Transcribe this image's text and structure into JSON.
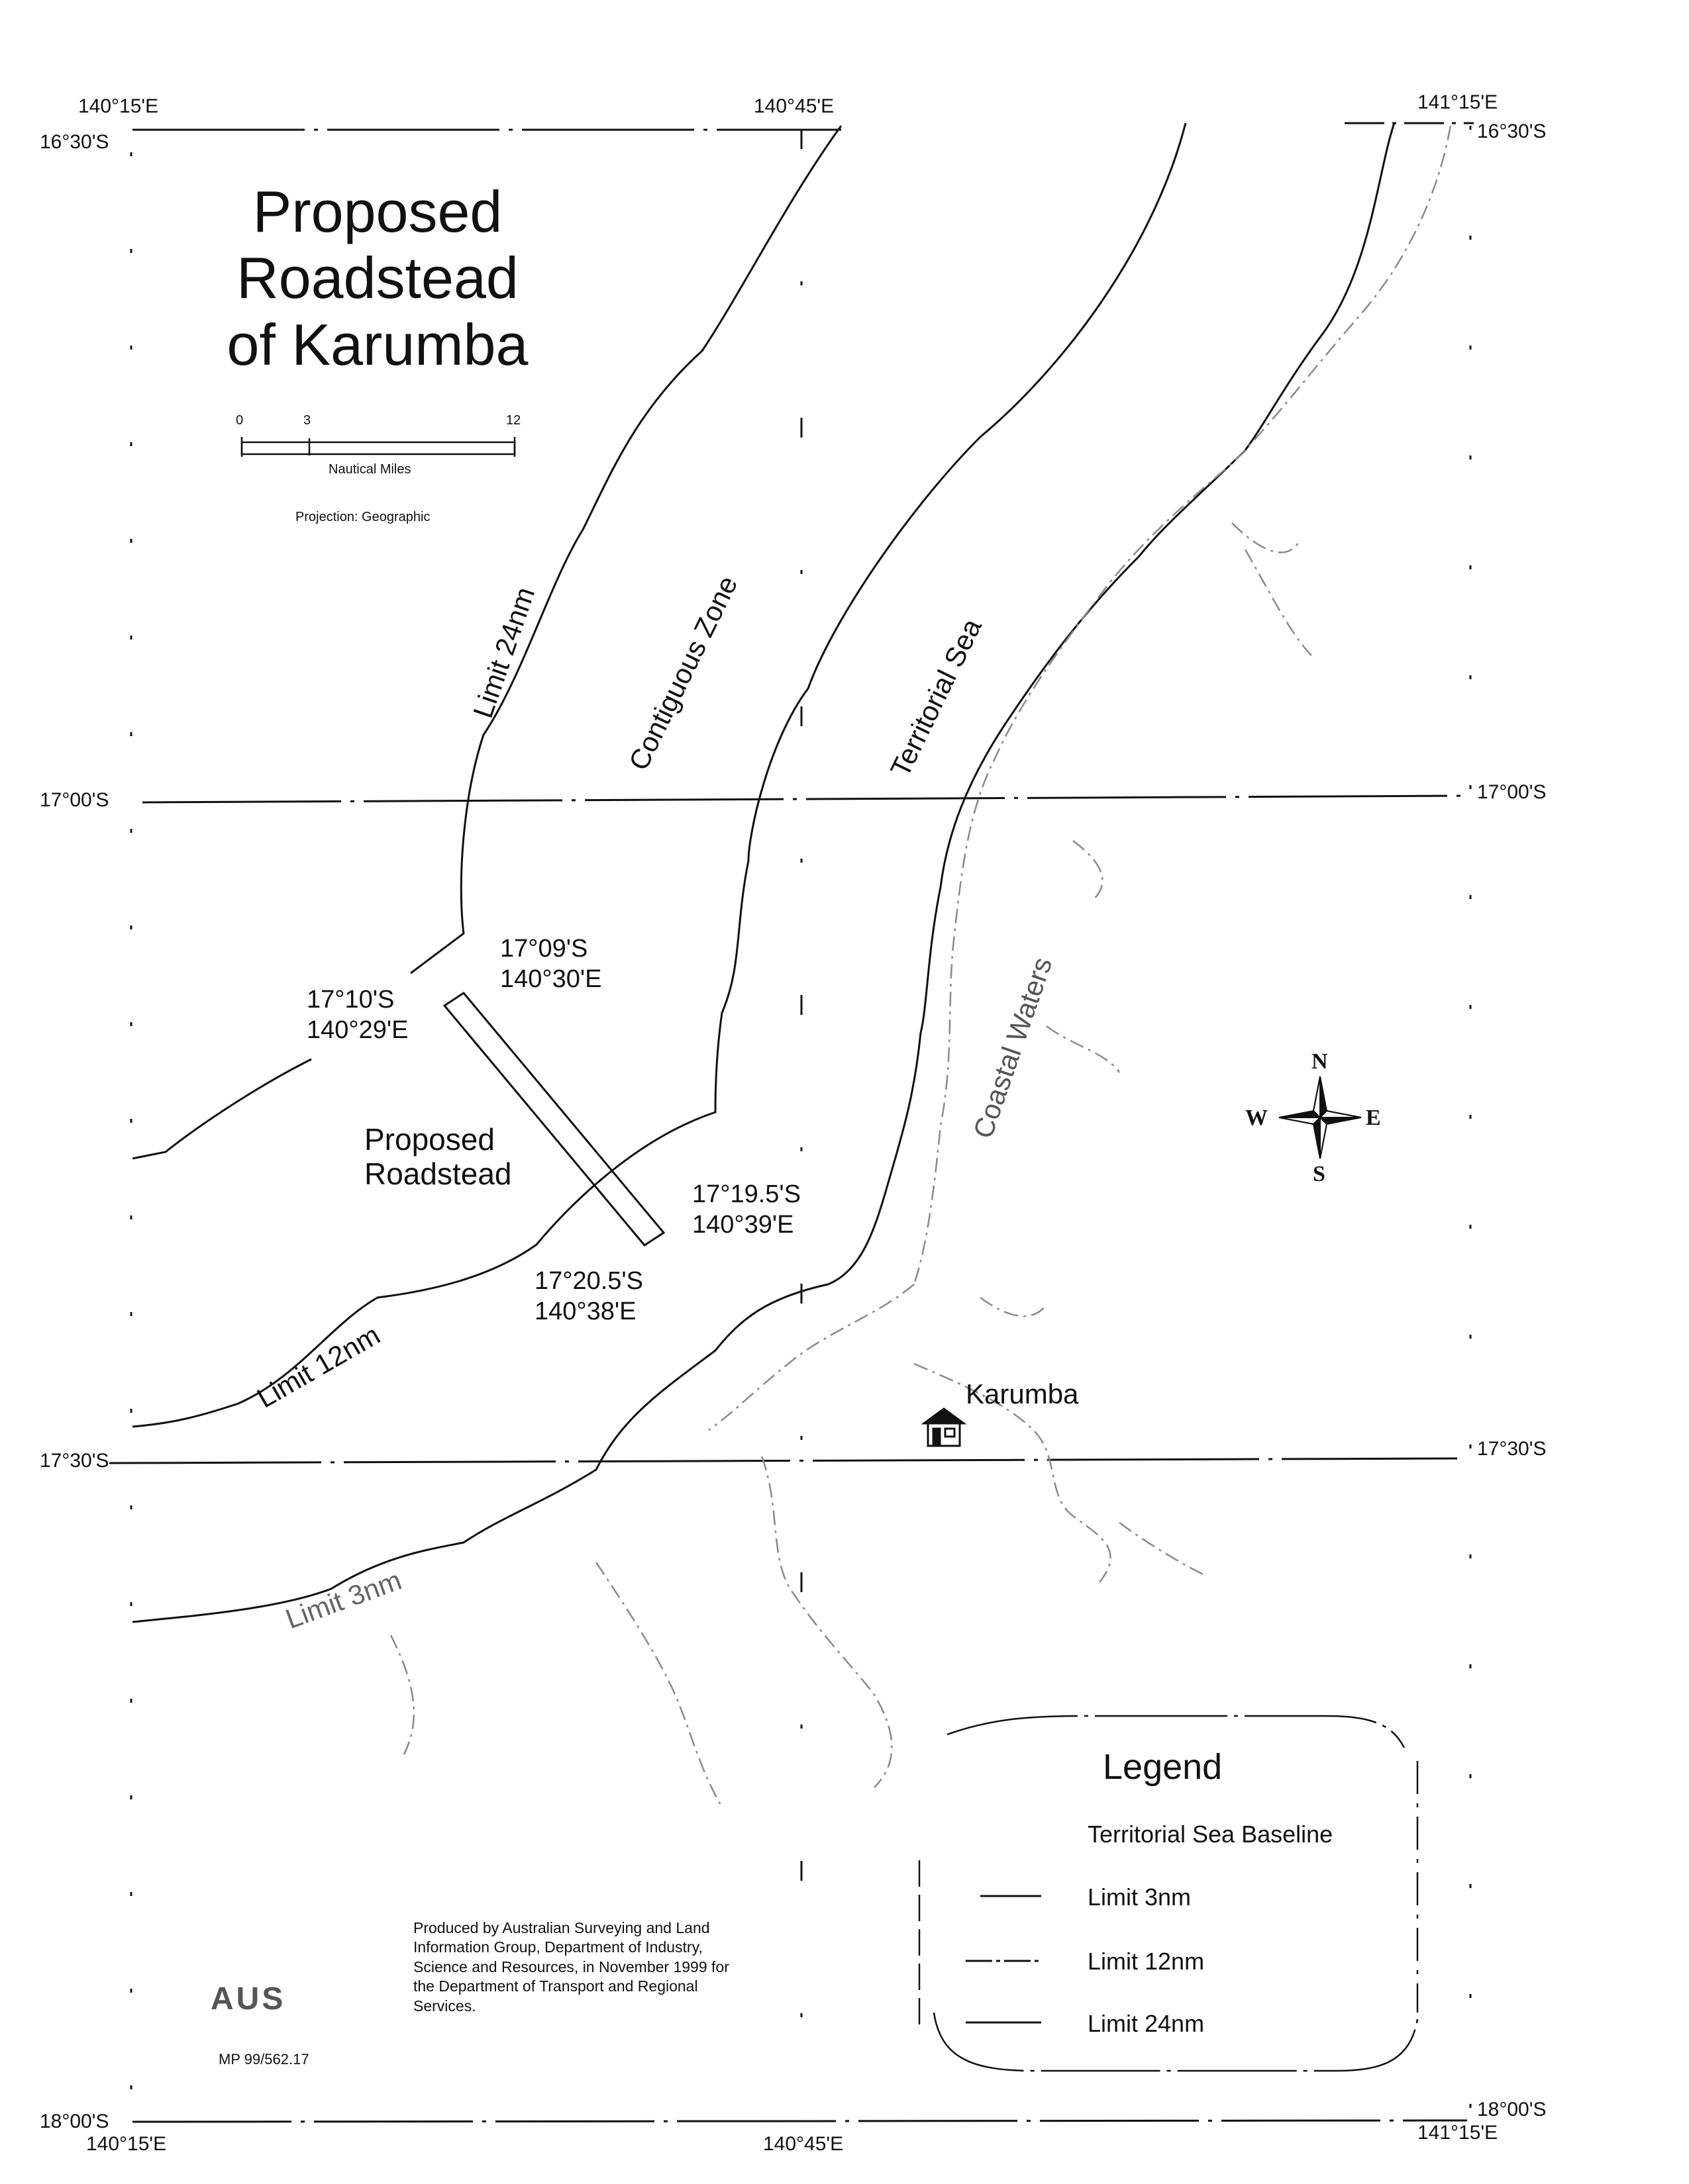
{
  "map": {
    "title_lines": [
      "Proposed",
      "Roadstead",
      "of Karumba"
    ],
    "scale": {
      "ticks": [
        "0",
        "3",
        "12"
      ],
      "unit": "Nautical Miles",
      "projection": "Projection: Geographic"
    },
    "longitudes": {
      "west": "140°15'E",
      "mid": "140°45'E",
      "east": "141°15'E"
    },
    "latitudes": {
      "lat_1630": "16°30'S",
      "lat_1700": "17°00'S",
      "lat_1730": "17°30'S",
      "lat_1800": "18°00'S"
    },
    "zone_labels": {
      "limit_24nm": "Limit 24nm",
      "contiguous_zone": "Contiguous Zone",
      "territorial_sea": "Territorial Sea",
      "coastal_waters": "Coastal Waters",
      "limit_12nm": "Limit 12nm",
      "limit_3nm": "Limit 3nm"
    },
    "roadstead": {
      "label_lines": [
        "Proposed",
        "Roadstead"
      ],
      "corners": [
        {
          "lat": "17°09'S",
          "lon": "140°30'E"
        },
        {
          "lat": "17°10'S",
          "lon": "140°29'E"
        },
        {
          "lat": "17°19.5'S",
          "lon": "140°39'E"
        },
        {
          "lat": "17°20.5'S",
          "lon": "140°38'E"
        }
      ]
    },
    "town": {
      "name": "Karumba",
      "icon": "house-icon"
    },
    "compass": {
      "icon": "compass-rose-icon",
      "n": "N",
      "s": "S",
      "e": "E",
      "w": "W"
    },
    "legend": {
      "title": "Legend",
      "items": [
        "Territorial Sea Baseline",
        "Limit 3nm",
        "Limit 12nm",
        "Limit 24nm"
      ]
    },
    "credit": "Produced by Australian Surveying and Land Information Group, Department of Industry, Science and Resources, in November 1999 for the Department of Transport and Regional Services.",
    "logo_text": "AUS",
    "map_ref": "MP 99/562.17",
    "colors": {
      "ink": "#111111",
      "coastline": "#7a7a7a",
      "paper": "#ffffff"
    }
  }
}
